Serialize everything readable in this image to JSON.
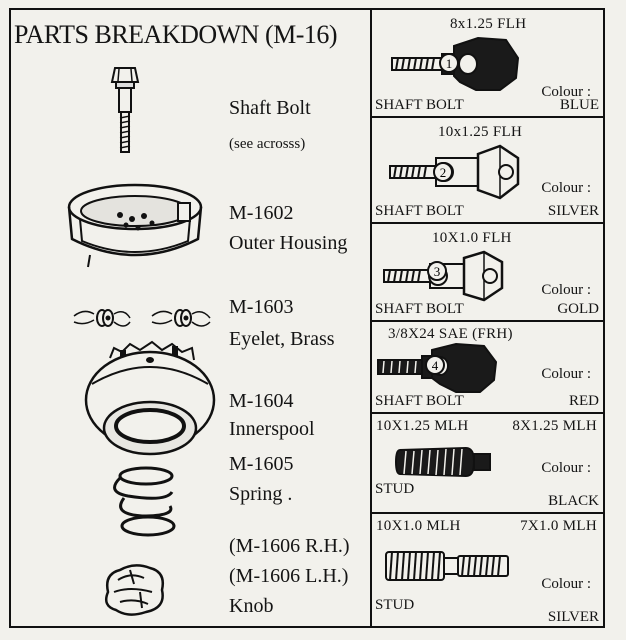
{
  "title": "PARTS BREAKDOWN (M-16)",
  "left_parts": [
    {
      "code": "",
      "name": "Shaft Bolt",
      "note": "(see acrosss)"
    },
    {
      "code": "M-1602",
      "name": "Outer Housing",
      "note": ""
    },
    {
      "code": "M-1603",
      "name": "Eyelet, Brass",
      "note": ""
    },
    {
      "code": "M-1604",
      "name": "Innerspool",
      "note": ""
    },
    {
      "code": "M-1605",
      "name": "Spring .",
      "note": ""
    },
    {
      "code": "(M-1606 R.H.)",
      "name": "(M-1606 L.H.)",
      "note": "Knob"
    }
  ],
  "right_parts": [
    {
      "spec": "8x1.25 FLH",
      "spec2": "",
      "num": "1",
      "type": "SHAFT BOLT",
      "colour_label": "Colour :",
      "colour": "BLUE",
      "fill": "#1a1a1a"
    },
    {
      "spec": "10x1.25 FLH",
      "spec2": "",
      "num": "2",
      "type": "SHAFT BOLT",
      "colour_label": "Colour :",
      "colour": "SILVER",
      "fill": "#f2f1ec"
    },
    {
      "spec": "10X1.0 FLH",
      "spec2": "",
      "num": "3",
      "type": "SHAFT BOLT",
      "colour_label": "Colour :",
      "colour": "GOLD",
      "fill": "#f2f1ec"
    },
    {
      "spec": "3/8X24 SAE (FRH)",
      "spec2": "",
      "num": "4",
      "type": "SHAFT BOLT",
      "colour_label": "Colour :",
      "colour": "RED",
      "fill": "#1a1a1a"
    },
    {
      "spec": "10X1.25 MLH",
      "spec2": "8X1.25 MLH",
      "num": "",
      "type": "STUD",
      "colour_label": "Colour :",
      "colour": "BLACK",
      "fill": "#1a1a1a"
    },
    {
      "spec": "10X1.0 MLH",
      "spec2": "7X1.0 MLH",
      "num": "",
      "type": "STUD",
      "colour_label": "Colour :",
      "colour": "SILVER",
      "fill": "#f2f1ec"
    }
  ]
}
